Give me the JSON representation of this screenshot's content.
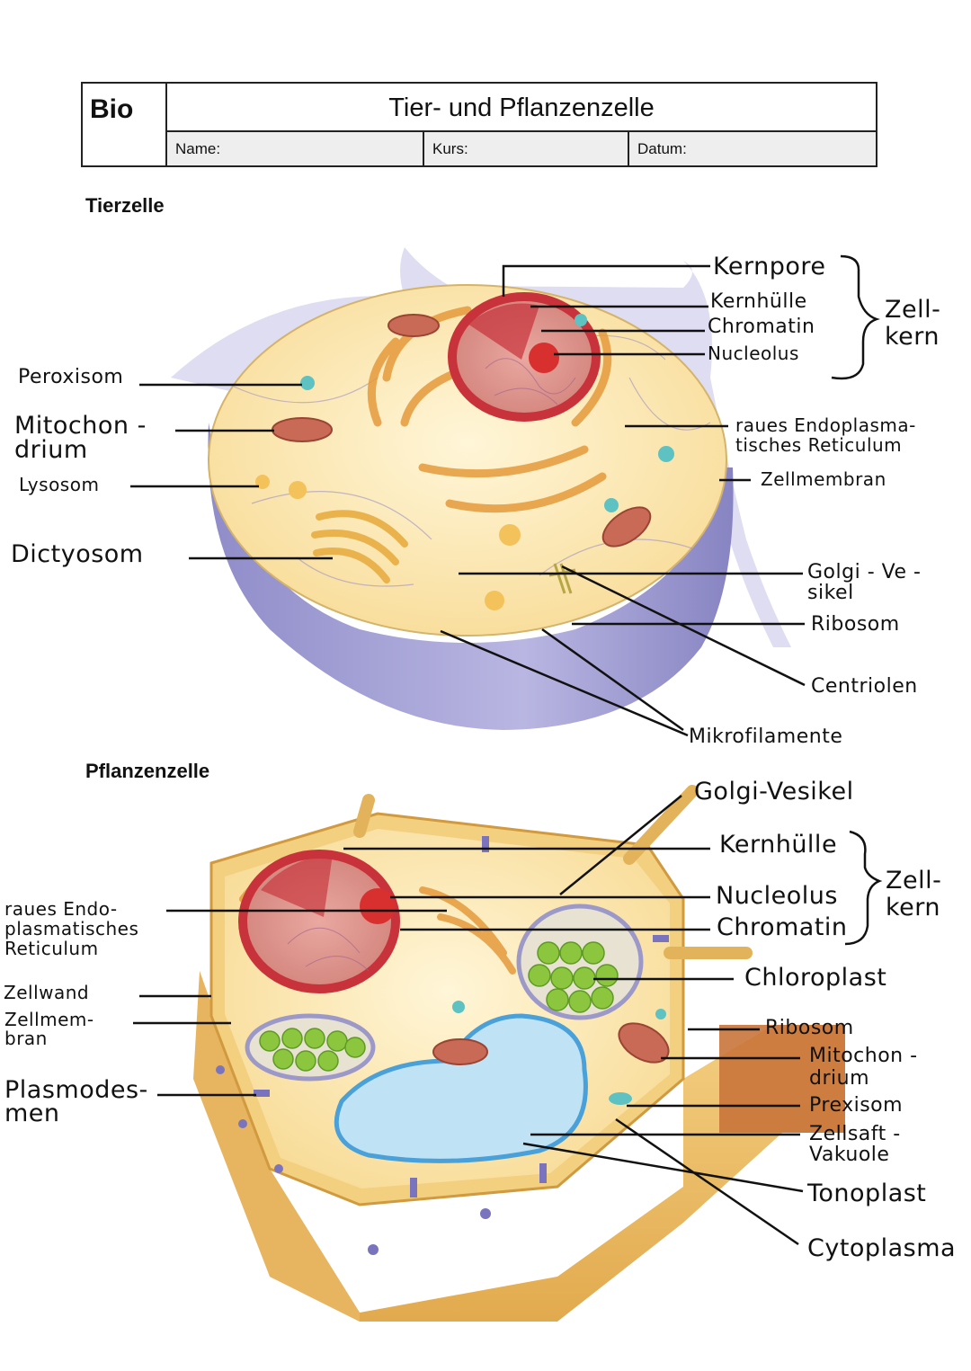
{
  "header": {
    "subject": "Bio",
    "title": "Tier- und Pflanzenzelle",
    "fields": {
      "name": "Name:",
      "kurs": "Kurs:",
      "datum": "Datum:"
    }
  },
  "animal_cell": {
    "section_title": "Tierzelle",
    "labels": {
      "kernpore": "Kernpore",
      "kernhuelle": "Kernhülle",
      "chromatin": "Chromatin",
      "nucleolus": "Nucleolus",
      "zellkern": "Zell-\nkern",
      "peroxisom": "Peroxisom",
      "mitochondrium": "Mitochon -\ndrium",
      "lysosom": "Lysosom",
      "dictyosom": "Dictyosom",
      "raues_er": "raues Endoplasma-\ntisches Reticulum",
      "zellmembran": "Zellmembran",
      "golgi_vesikel": "Golgi - Ve -\nsikel",
      "ribosom": "Ribosom",
      "centriolen": "Centriolen",
      "mikrofilamente": "Mikrofilamente"
    }
  },
  "plant_cell": {
    "section_title": "Pflanzenzelle",
    "labels": {
      "golgi_vesikel": "Golgi-Vesikel",
      "kernhuelle": "Kernhülle",
      "nucleolus": "Nucleolus",
      "chromatin": "Chromatin",
      "zellkern": "Zell-\nkern",
      "raues_er": "raues Endo-\nplasmatisches\nReticulum",
      "zellwand": "Zellwand",
      "zellmembran": "Zellmem-\nbran",
      "plasmodesmen": "Plasmodes-\nmen",
      "chloroplast": "Chloroplast",
      "ribosom": "Ribosom",
      "mitochondrium": "Mitochon -\ndrium",
      "peroxisom": "Prexisom",
      "zellsaft_vakuole": "Zellsaft -\nVakuole",
      "tonoplast": "Tonoplast",
      "cytoplasma": "Cytoplasma"
    }
  },
  "colors": {
    "cytoplasm": "#fbe9b6",
    "membrane_purple": "#a9a6d8",
    "nucleus_red": "#c8323a",
    "chloroplast_green": "#8cc63f",
    "vacuole_blue": "#bfe3f5",
    "cell_wall": "#f0c66e"
  }
}
